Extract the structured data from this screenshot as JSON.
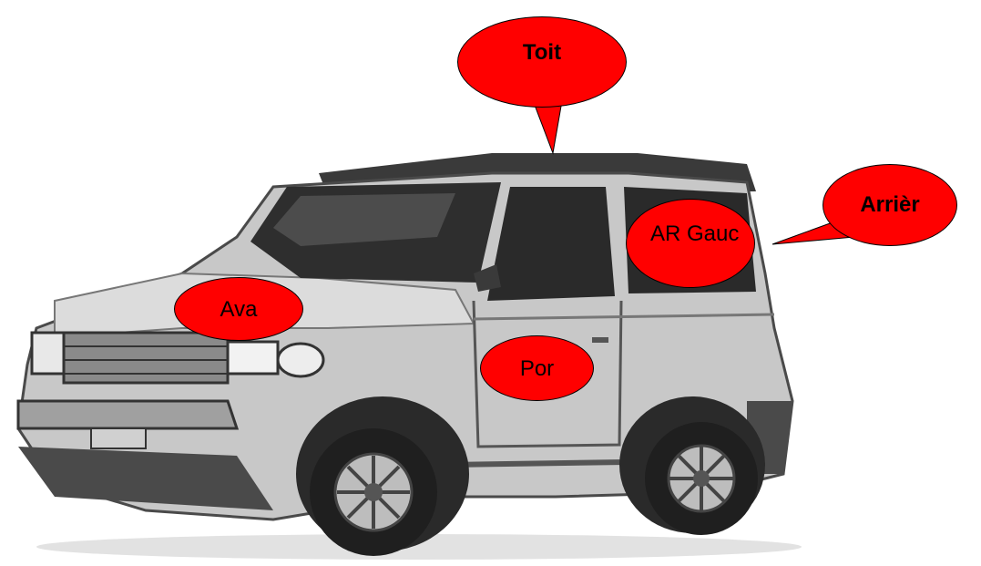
{
  "callouts": {
    "roof": "Toit",
    "rear": "Arrièr",
    "rear_left": "AR Gauc",
    "front": "Ava",
    "door": "Por"
  },
  "colors": {
    "callout_fill": "#ff0000",
    "callout_border": "#000000"
  }
}
